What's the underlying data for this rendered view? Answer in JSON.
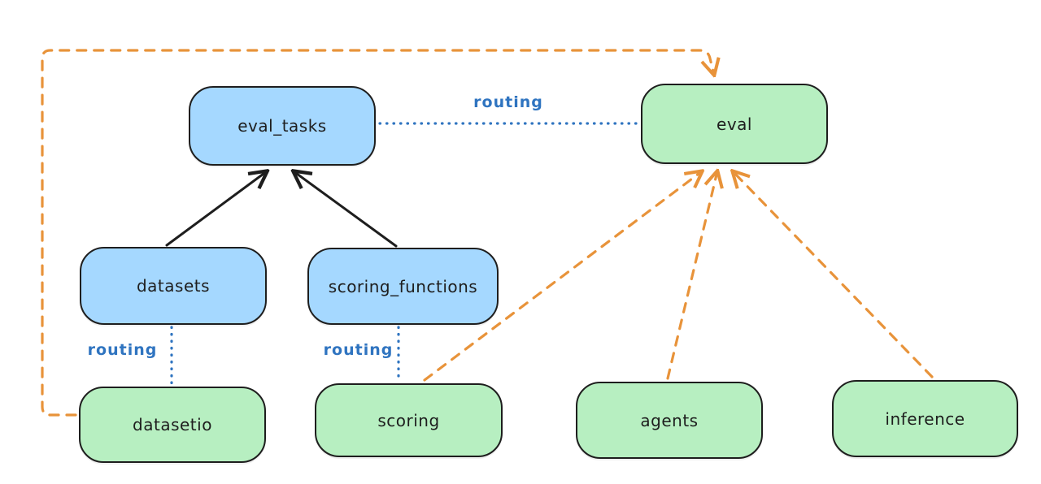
{
  "diagram": {
    "nodes": {
      "eval_tasks": {
        "label": "eval_tasks",
        "type": "api"
      },
      "eval": {
        "label": "eval",
        "type": "provider"
      },
      "datasets": {
        "label": "datasets",
        "type": "api"
      },
      "scoring_functions": {
        "label": "scoring_functions",
        "type": "api"
      },
      "datasetio": {
        "label": "datasetio",
        "type": "provider"
      },
      "scoring": {
        "label": "scoring",
        "type": "provider"
      },
      "agents": {
        "label": "agents",
        "type": "provider"
      },
      "inference": {
        "label": "inference",
        "type": "provider"
      }
    },
    "edge_labels": {
      "eval_tasks_to_eval": "routing",
      "datasets_to_datasetio": "routing",
      "scoring_functions_to_scoring": "routing"
    },
    "colors": {
      "api_fill": "#a5d8ff",
      "provider_fill": "#b7efc1",
      "border": "#1e1e1e",
      "routing_blue": "#2f74c0",
      "dependency_orange": "#e8933a",
      "background": "#ffffff"
    }
  }
}
